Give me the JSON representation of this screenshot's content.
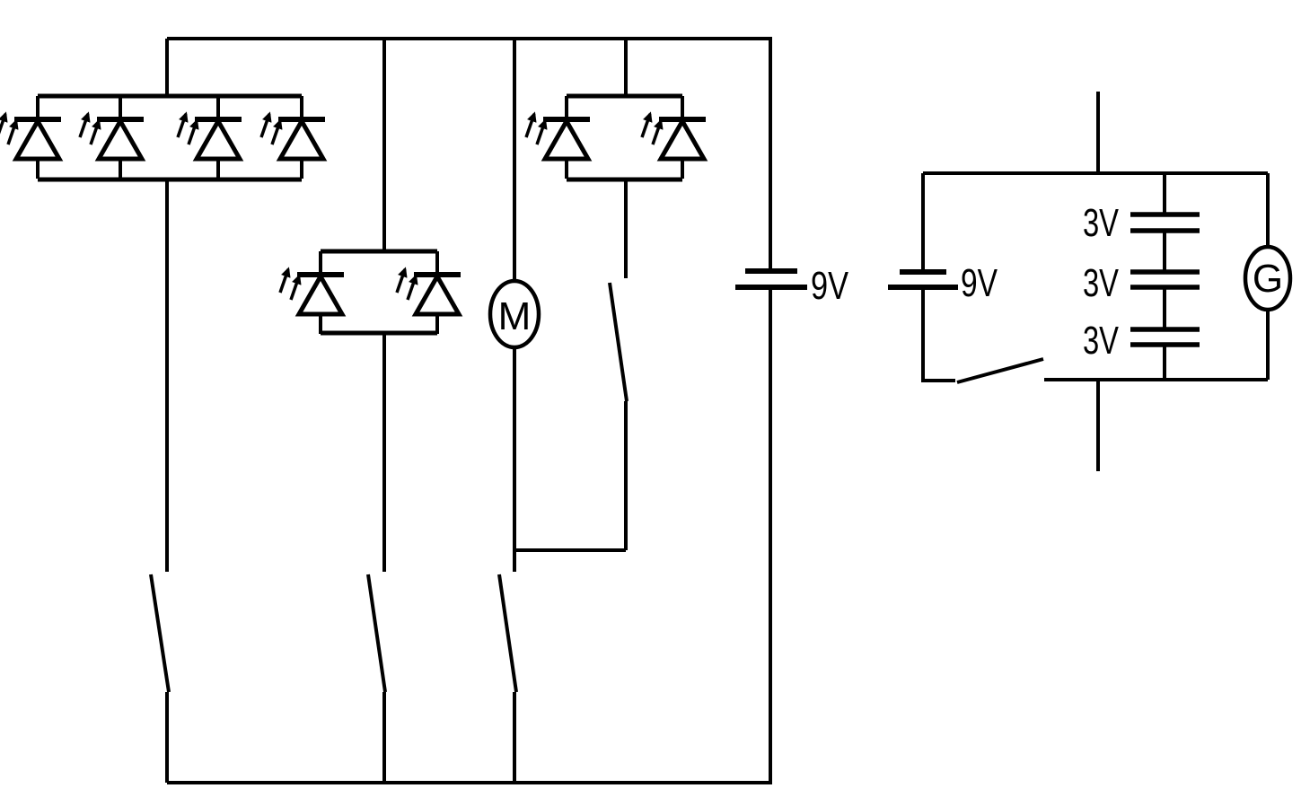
{
  "diagram": {
    "type": "circuit-schematic",
    "background_color": "#ffffff",
    "line_color": "#000000",
    "left_circuit": {
      "battery_label": "9V",
      "motor_label": "M",
      "led_banks": [
        {
          "name": "top-left-bank",
          "led_count": 4
        },
        {
          "name": "middle-bank",
          "led_count": 2
        },
        {
          "name": "top-right-bank",
          "led_count": 2
        }
      ],
      "switch_count": 4
    },
    "right_circuit": {
      "battery_label": "9V",
      "galvanometer_label": "G",
      "capacitors": [
        {
          "label": "3V"
        },
        {
          "label": "3V"
        },
        {
          "label": "3V"
        }
      ],
      "switch_count": 1
    }
  }
}
